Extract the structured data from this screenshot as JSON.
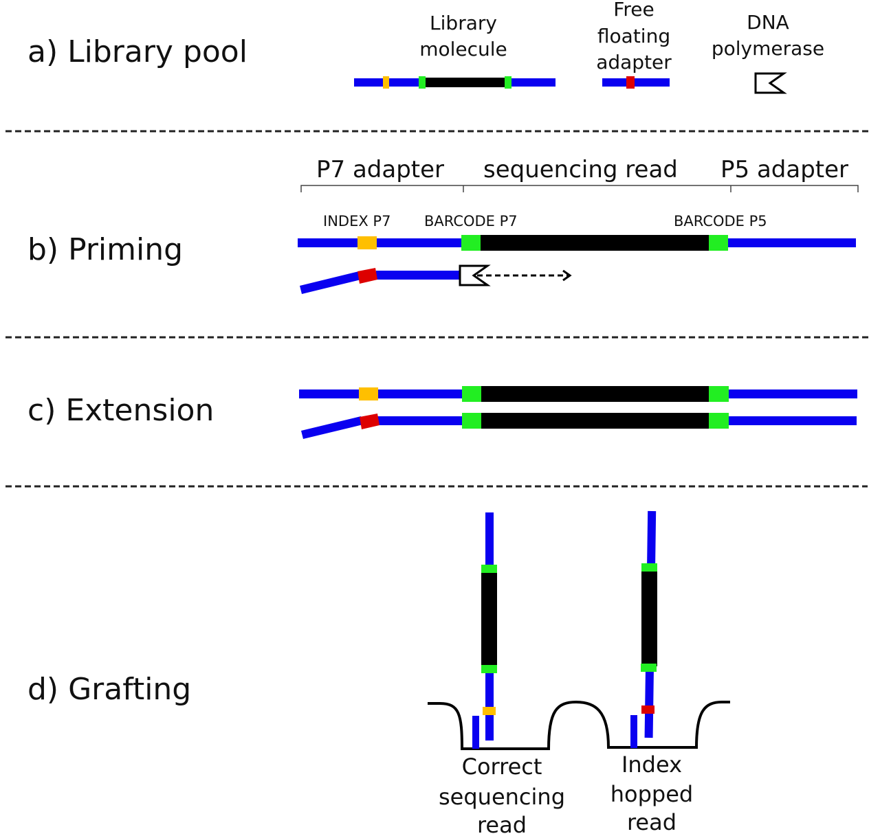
{
  "colors": {
    "adapter": "#0a00f0",
    "insert": "#000000",
    "barcode": "#22ee22",
    "index_correct": "#ffbf00",
    "index_hopped": "#dd0000",
    "outline": "#000000"
  },
  "sections": [
    {
      "id": "a",
      "label": "a) Library pool"
    },
    {
      "id": "b",
      "label": "b) Priming"
    },
    {
      "id": "c",
      "label": "c) Extension"
    },
    {
      "id": "d",
      "label": "d) Grafting"
    }
  ],
  "library_pool": {
    "library_molecule_label": [
      "Library",
      "molecule"
    ],
    "free_adapter_label": [
      "Free",
      "floating",
      "adapter"
    ],
    "polymerase_label": [
      "DNA",
      "polymerase"
    ]
  },
  "priming": {
    "regions": [
      "P7 adapter",
      "sequencing read",
      "P5 adapter"
    ],
    "features": {
      "index_p7": "INDEX P7",
      "barcode_p7": "BARCODE P7",
      "barcode_p5": "BARCODE P5"
    }
  },
  "grafting": {
    "wells": [
      {
        "label": [
          "Correct",
          "sequencing",
          "read"
        ],
        "index": "correct"
      },
      {
        "label": [
          "Index",
          "hopped",
          "read"
        ],
        "index": "hopped"
      }
    ]
  }
}
